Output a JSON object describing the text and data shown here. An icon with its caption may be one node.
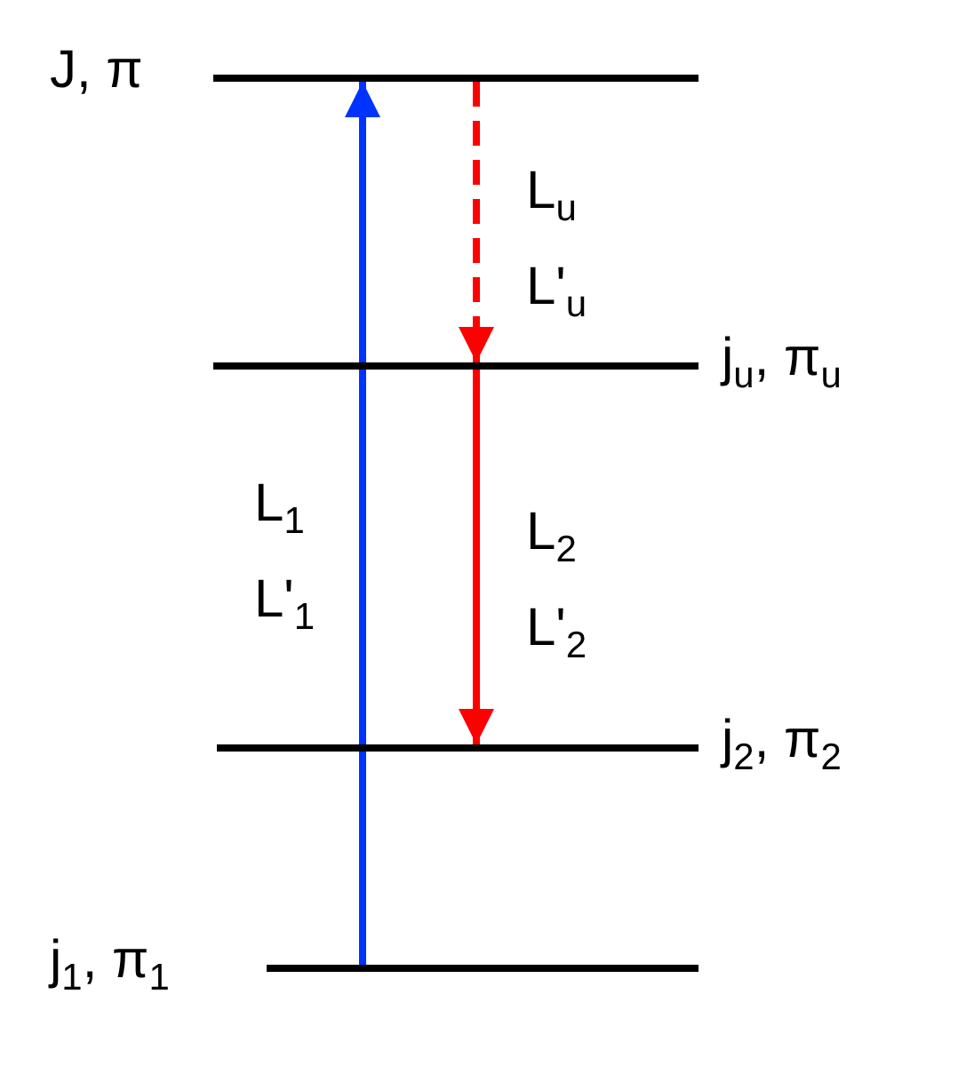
{
  "diagram": {
    "nodes": [
      {
        "text": [
          "J, π"
        ]
      },
      {
        "text": [
          "j$_{u}$, π$_{u}$"
        ]
      },
      {
        "text": [
          "j$_{2}$, π$_{2}$"
        ]
      },
      {
        "text": [
          "j$_{1}$, π$_{1}$"
        ]
      }
    ],
    "edges": [
      {
        "from": 3,
        "to": 0,
        "arrow": "to",
        "color": "#0033ff",
        "label": "L$_{1}$ L'$_{1}$"
      },
      {
        "from": 0,
        "to": 1,
        "arrow": "to",
        "style": "dashed",
        "color": "#ff0000",
        "label": "L$_{u}$ L'$_{u}$"
      },
      {
        "from": 1,
        "to": 2,
        "arrow": "to",
        "color": "#ff0000",
        "label": "L$_{2}$ L'$_{2}$"
      }
    ]
  }
}
